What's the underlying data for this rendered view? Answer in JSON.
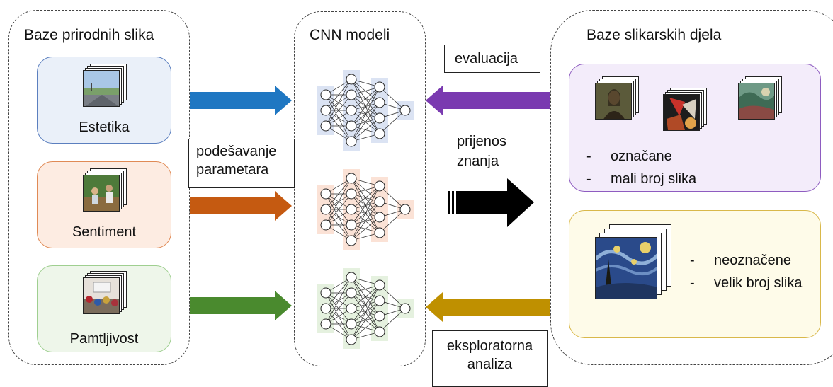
{
  "left_group": {
    "title": "Baze prirodnih slika",
    "datasets": [
      {
        "label": "Estetika",
        "fill": "#eaf0f9",
        "stroke": "#5b7fbf"
      },
      {
        "label": "Sentiment",
        "fill": "#fdece2",
        "stroke": "#e08a55"
      },
      {
        "label": "Pamtljivost",
        "fill": "#eef6ea",
        "stroke": "#9fcf90"
      }
    ]
  },
  "middle_group": {
    "title": "CNN modeli",
    "networks": [
      {
        "color": "#dbe3f3"
      },
      {
        "color": "#fbe2d6"
      },
      {
        "color": "#e5f1df"
      }
    ]
  },
  "right_group": {
    "title": "Baze slikarskih djela",
    "labeled": {
      "items": [
        "označane",
        "mali broj slika"
      ],
      "fill": "#f3ecfa",
      "stroke": "#8e5cc0"
    },
    "unlabeled": {
      "items": [
        "neoznačene",
        "velik broj slika"
      ],
      "fill": "#fefbe9",
      "stroke": "#d9b84a"
    }
  },
  "labels": {
    "finetune_line1": "podešavanje",
    "finetune_line2": "parametara",
    "evaluation": "evaluacija",
    "transfer_line1": "prijenos",
    "transfer_line2": "znanja",
    "exploration_line1": "eksploratorna",
    "exploration_line2": "analiza"
  },
  "arrow_colors": {
    "blue": "#1f77c2",
    "orange": "#c55a11",
    "green": "#4a8a2e",
    "purple": "#7a3ab0",
    "gold": "#bf9000",
    "black": "#000000"
  },
  "icons": [
    "landscape-photo-icon",
    "people-photo-icon",
    "group-photo-icon",
    "mona-lisa-icon",
    "abstract-painting-icon",
    "landscape-painting-icon",
    "starry-night-icon",
    "neural-network-icon"
  ]
}
